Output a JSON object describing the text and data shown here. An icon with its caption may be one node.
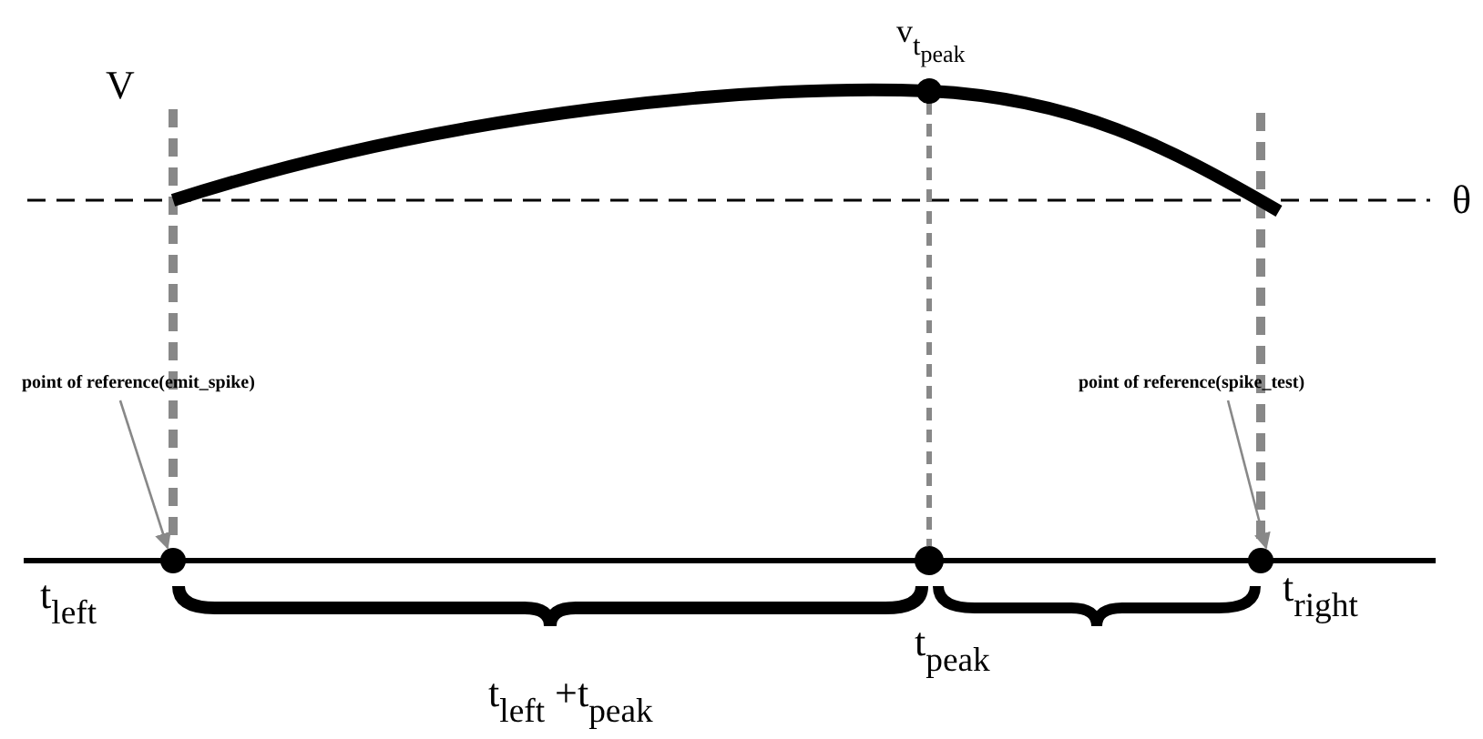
{
  "diagram": {
    "nodes": [
      {
        "text": [
          "point of reference(emit_spike)"
        ]
      },
      {
        "text": [],
        "shape": "circle"
      },
      {
        "text": [
          "point of reference(spike_test)"
        ]
      },
      {
        "text": [],
        "shape": "circle"
      }
    ],
    "edges": [
      {
        "from": 0,
        "to": 1,
        "arrow": "to"
      },
      {
        "from": 2,
        "to": 3,
        "arrow": "to"
      }
    ],
    "labels": [
      "V",
      "v$_{t}$$_{peak}$",
      "θ",
      "t$_{left}$",
      "t$_{peak}$",
      "t$_{right}$",
      "t$_{left}$ +t$_{peak}$"
    ]
  }
}
